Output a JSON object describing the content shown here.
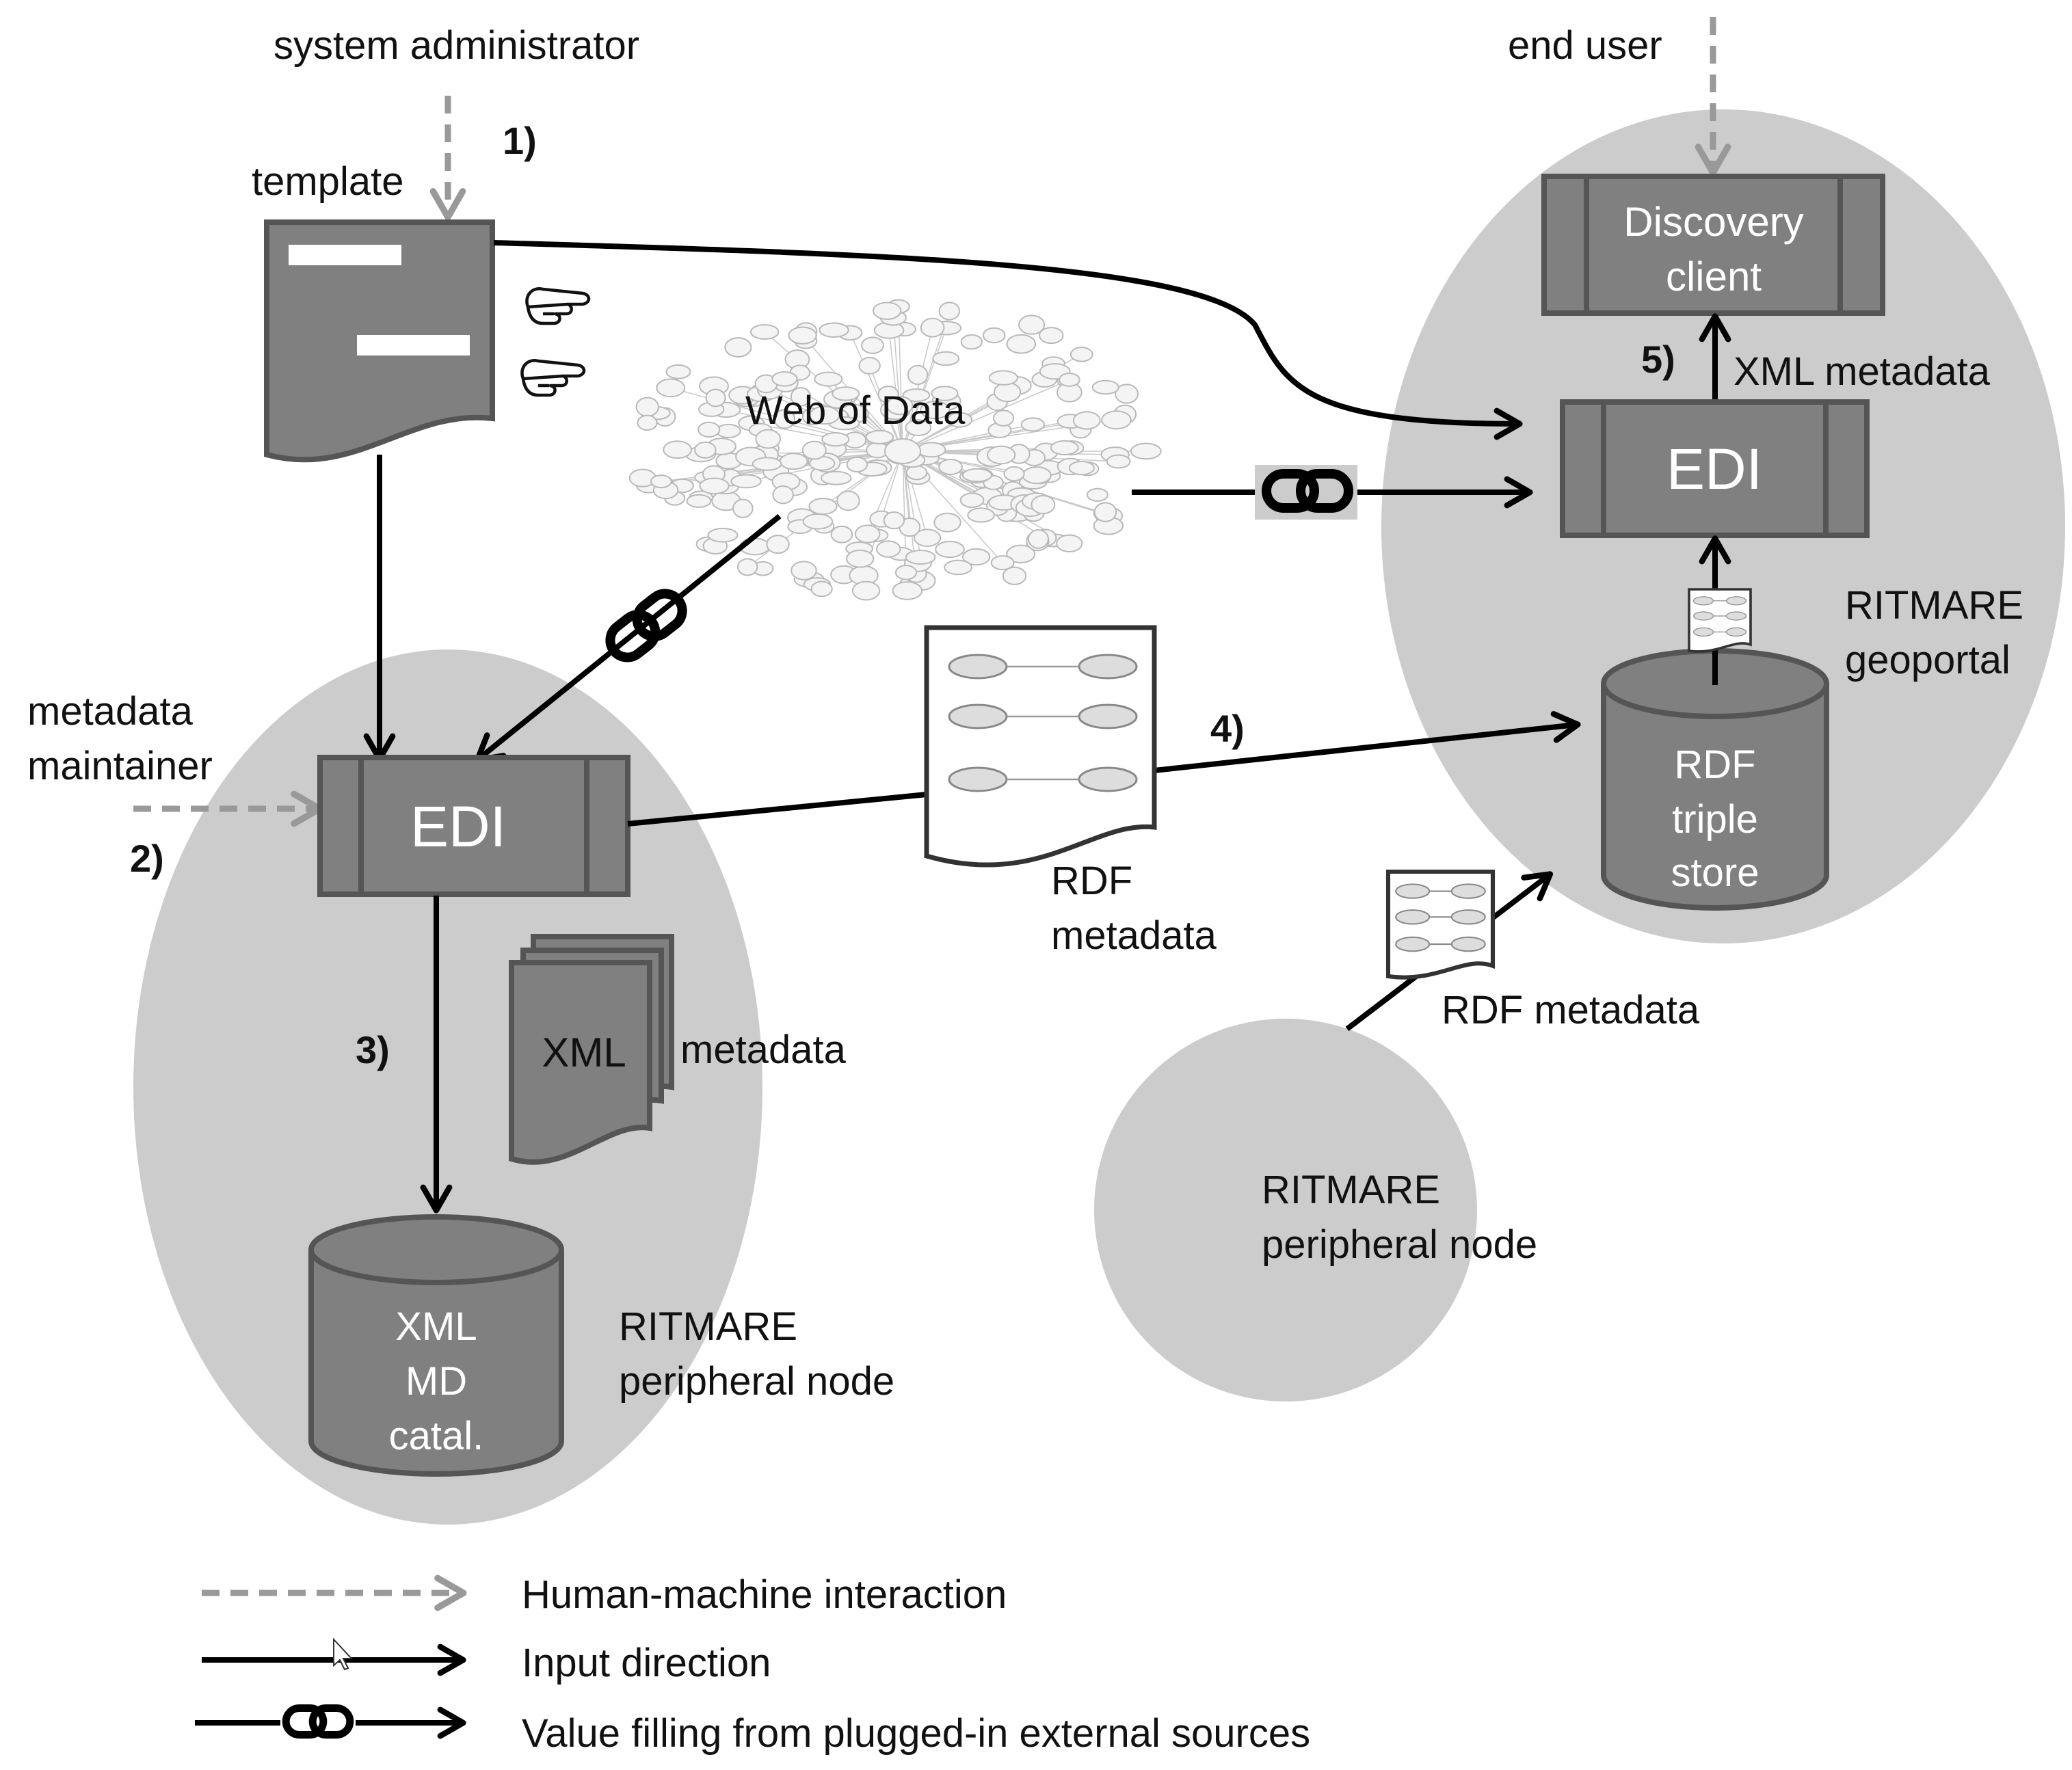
{
  "actors": {
    "system_administrator": "system administrator",
    "end_user": "end user",
    "metadata_maintainer_line1": "metadata",
    "metadata_maintainer_line2": "maintainer"
  },
  "steps": [
    "1)",
    "2)",
    "3)",
    "4)",
    "5)"
  ],
  "template": {
    "label": "template"
  },
  "web_of_data": {
    "label": "Web of Data"
  },
  "edi_left": {
    "label": "EDI"
  },
  "edi_right": {
    "label": "EDI"
  },
  "discovery_client": {
    "line1": "Discovery",
    "line2": "client"
  },
  "xml_metadata_top": "XML metadata",
  "rdf_triple_store": {
    "line1": "RDF",
    "line2": "triple",
    "line3": "store"
  },
  "ritmare_geoportal": {
    "line1": "RITMARE",
    "line2": "geoportal"
  },
  "rdf_metadata_center": {
    "line1": "RDF",
    "line2": "metadata"
  },
  "rdf_metadata_small": "RDF metadata",
  "xml_stack": {
    "doc_label": "XML",
    "side_label": "metadata"
  },
  "xml_md_catalog": {
    "line1": "XML",
    "line2": "MD",
    "line3": "catal."
  },
  "peripheral_left": {
    "line1": "RITMARE",
    "line2": "peripheral node"
  },
  "peripheral_right": {
    "line1": "RITMARE",
    "line2": "peripheral node"
  },
  "legend": [
    {
      "style": "dashed",
      "label": "Human-machine interaction"
    },
    {
      "style": "solid",
      "label": "Input direction"
    },
    {
      "style": "link",
      "label": "Value filling from plugged-in external sources"
    }
  ],
  "colors": {
    "node_region": "#cccccc",
    "component_fill": "#808080",
    "human_arrow": "#999999",
    "input_arrow": "#000000"
  },
  "icons": [
    "pointing-hand-icon",
    "chain-link-icon",
    "mouse-cursor-icon"
  ]
}
